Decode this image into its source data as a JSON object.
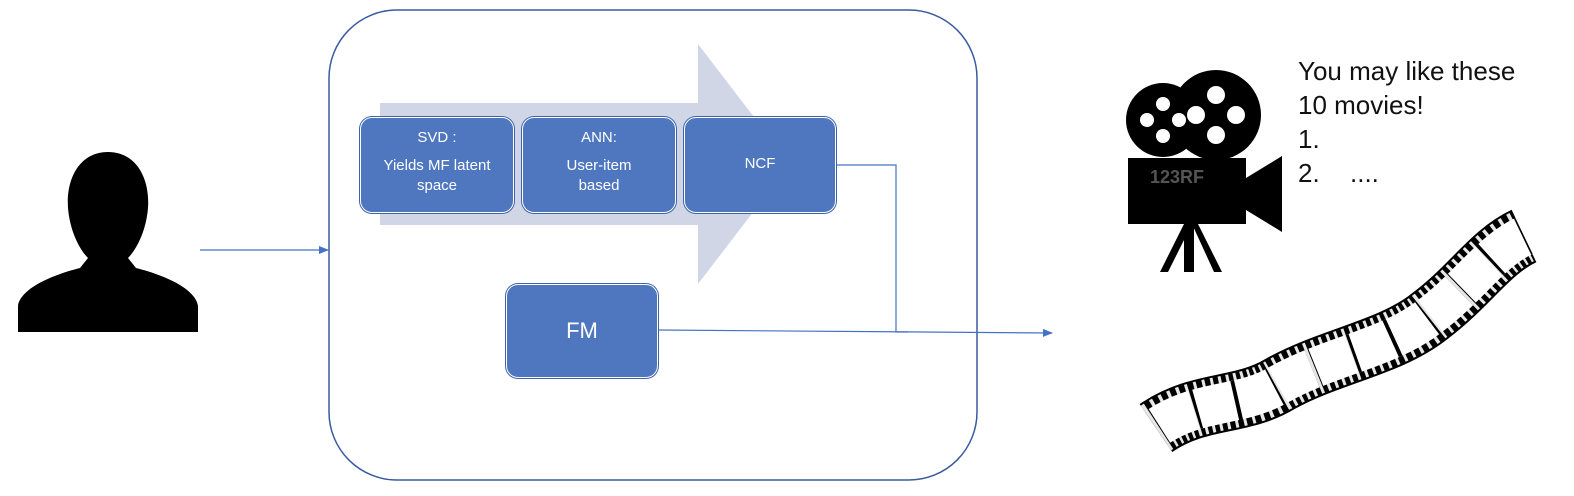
{
  "steps": [
    {
      "id": "svd",
      "title": "SVD :",
      "body": "Yields MF latent space"
    },
    {
      "id": "ann",
      "title": "ANN:",
      "body": "User-item based"
    },
    {
      "id": "ncf",
      "title": "NCF",
      "body": ""
    }
  ],
  "fm": {
    "label": "FM"
  },
  "recommendation": {
    "heading_line1": "You may like these",
    "heading_line2": "10 movies!",
    "items": [
      {
        "num": "1.",
        "text": ""
      },
      {
        "num": "2.",
        "text": "...."
      }
    ]
  },
  "icons": [
    "user-silhouette-icon",
    "movie-camera-icon",
    "film-strip-icon"
  ],
  "watermark": "123RF",
  "colors": {
    "box_fill": "#4f77c0",
    "container_border": "#3a5a9f",
    "arrow_fill": "#d0d6e6",
    "connector": "#4472c4",
    "icon": "#000000"
  }
}
